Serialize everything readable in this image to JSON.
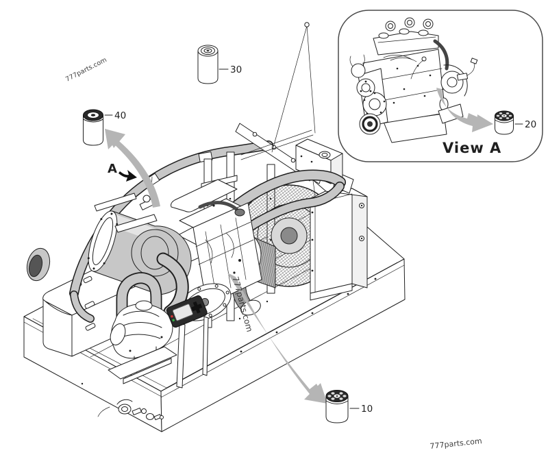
{
  "diagram_title": "",
  "watermarks": [
    {
      "text": "777parts.com"
    },
    {
      "text": "777parts.com"
    },
    {
      "text": "777parts.com"
    }
  ],
  "parts": [
    {
      "number": "10"
    },
    {
      "number": "20"
    },
    {
      "number": "30"
    },
    {
      "number": "40"
    }
  ],
  "detail_marker": {
    "label": "A"
  },
  "inset": {
    "view_label": "View A"
  },
  "colors": {
    "line": "#1f1f1f",
    "grayfill": "#c7c7c7",
    "graydark": "#9a9a9a",
    "arrow": "#b5b5b5",
    "ledred": "#cc3333",
    "ledgreen": "#33aa44",
    "border": "#4a4a4a",
    "bg": "#ffffff",
    "wm": "#2e2e2e"
  }
}
